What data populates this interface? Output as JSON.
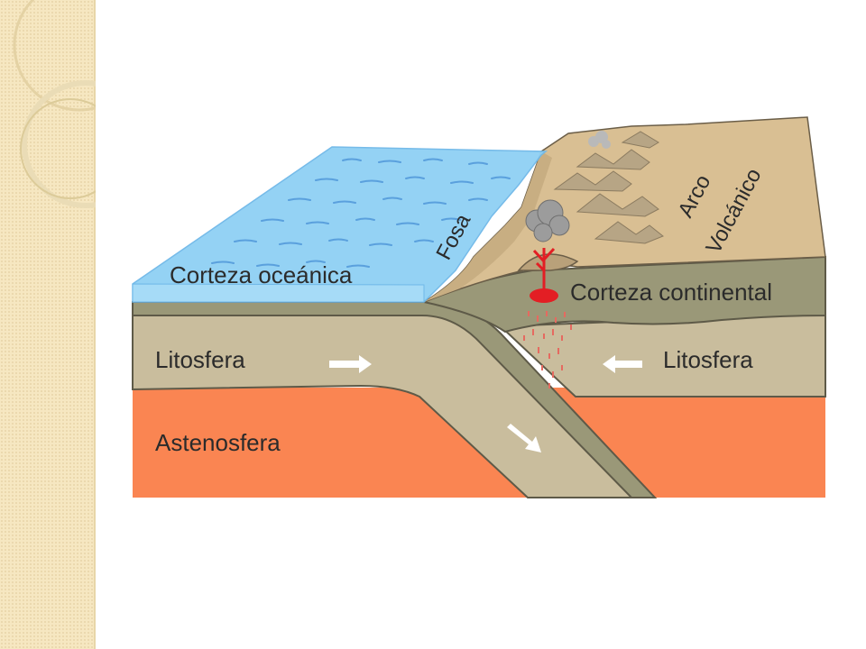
{
  "labels": {
    "fosa": "Fosa",
    "arco": "Arco",
    "volcanico": "Volcánico",
    "corteza_oceanica": "Corteza oceánica",
    "corteza_continental": "Corteza continental",
    "litosfera_left": "Litosfera",
    "litosfera_right": "Litosfera",
    "astenosfera": "Astenosfera"
  },
  "colors": {
    "ocean": "#8fd0f4",
    "ocean_line": "#5aa0dd",
    "lithosphere": "#c9bd9d",
    "continental_crust": "#9a9878",
    "asthenosphere": "#fa8552",
    "land": "#d9bf93",
    "magma": "#e31e24",
    "arrow": "#ffffff",
    "side_band": "#f6e7c1"
  }
}
